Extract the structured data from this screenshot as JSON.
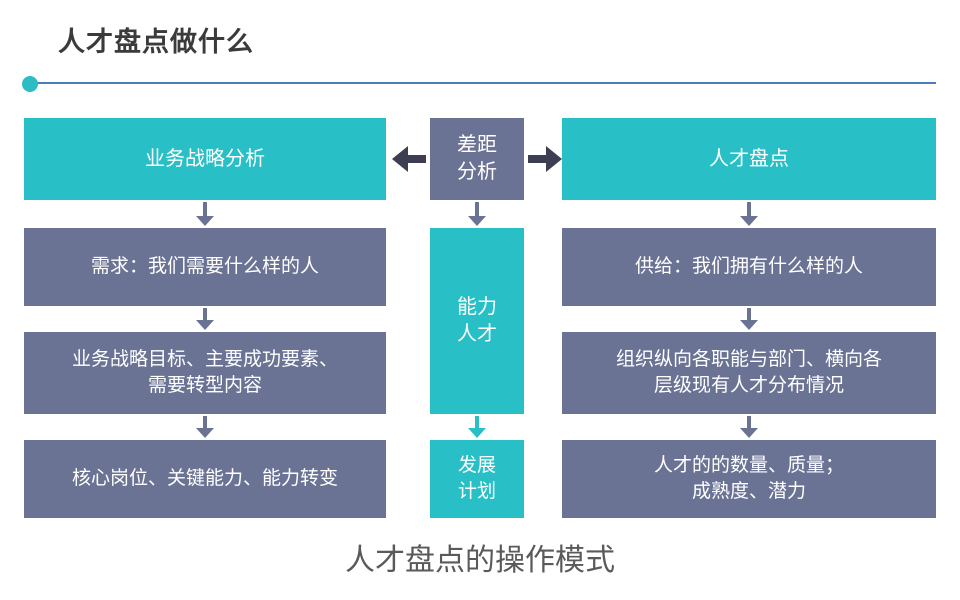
{
  "header": {
    "title": "人才盘点做什么",
    "rule_color": "#4a7ebb",
    "dot_color": "#2bbcc4"
  },
  "colors": {
    "teal": "#28bfc6",
    "slate": "#6b7395",
    "arrow_dark": "#3e3e52"
  },
  "diagram": {
    "columns": {
      "left": {
        "header": "业务战略分析",
        "rows": [
          "需求：我们需要什么样的人",
          "业务战略目标、主要成功要素、需要转型内容",
          "核心岗位、关键能力、能力转变"
        ]
      },
      "middle": {
        "header": "差距\n分析",
        "header_line1": "差距",
        "header_line2": "分析",
        "middle_box_line1": "能力",
        "middle_box_line2": "人才",
        "bottom_box_line1": "发展",
        "bottom_box_line2": "计划"
      },
      "right": {
        "header": "人才盘点",
        "rows": [
          "供给：我们拥有什么样的人",
          "组织纵向各职能与部门、横向各层级现有人才分布情况",
          "人才的的数量、质量；成熟度、潜力"
        ]
      }
    },
    "rows_multiline": {
      "left_goals_line1": "业务战略目标、主要成功要素、",
      "left_goals_line2": "需要转型内容",
      "right_orgdist_line1": "组织纵向各职能与部门、横向各",
      "right_orgdist_line2": "层级现有人才分布情况",
      "right_quantity_line1": "人才的的数量、质量；",
      "right_quantity_line2": "成熟度、潜力"
    }
  },
  "caption": "人才盘点的操作模式"
}
